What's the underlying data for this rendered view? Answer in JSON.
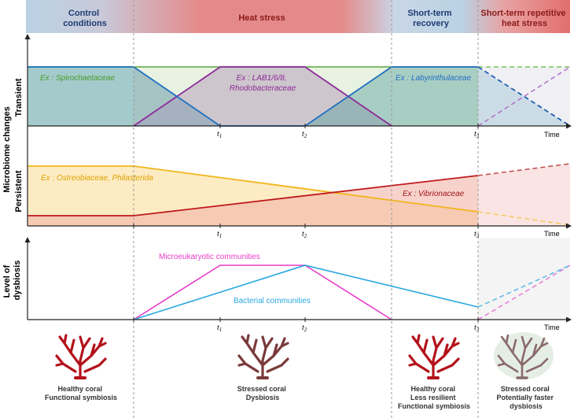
{
  "phases": [
    {
      "label_lines": [
        "Control",
        "conditions"
      ],
      "color": "#1f3b73"
    },
    {
      "label_lines": [
        "Heat stress"
      ],
      "color": "#8b1a1a"
    },
    {
      "label_lines": [
        "Short-term",
        "recovery"
      ],
      "color": "#1f3b73"
    },
    {
      "label_lines": [
        "Short-term repetitive",
        "heat stress"
      ],
      "color": "#8b1a1a"
    }
  ],
  "y_axis": {
    "main": "Microbiome changes",
    "transient": "Transient",
    "persistent": "Persistent",
    "dysbiosis_lines": [
      "Level of",
      "dysbiosis"
    ]
  },
  "time_label": "Time",
  "ticks": {
    "t1": "t",
    "t2": "t",
    "t3": "t",
    "sub1": "1",
    "sub2": "2",
    "sub3": "3"
  },
  "transient_examples": {
    "spirochaetaceae": "Ex : Spirochaetaceae",
    "lab_line1": "Ex : LAB1/6/8,",
    "lab_line2": "Rhodobacteraceae",
    "labyrinthulaceae": "Ex : Labyrinthulaceae"
  },
  "persistent_examples": {
    "ostreobiaceae": "Ex : Ostreobiaceae, Philasterida",
    "vibrionaceae": "Ex : Vibrionaceae"
  },
  "dysbiosis_series": {
    "micro": "Microeukaryotic communities",
    "bact": "Bacterial communities"
  },
  "colors": {
    "green": "#5aa83c",
    "purple": "#8e2a9a",
    "blue": "#1f6fc1",
    "orange": "#f2b51b",
    "red": "#c0191c",
    "magenta": "#e83cc8",
    "cyan": "#28a8e0",
    "coral_healthy": "#b3121b",
    "coral_stressed": "#7a3a3a"
  },
  "captions": [
    {
      "lines": [
        "Healthy coral",
        "Functional symbiosis"
      ]
    },
    {
      "lines": [
        "Stressed coral",
        "Dysbiosis"
      ]
    },
    {
      "lines": [
        "Healthy coral",
        "Less resilient",
        "Functional symbiosis"
      ]
    },
    {
      "lines": [
        "Stressed coral",
        "Potentially faster",
        "dysbiosis"
      ]
    }
  ]
}
